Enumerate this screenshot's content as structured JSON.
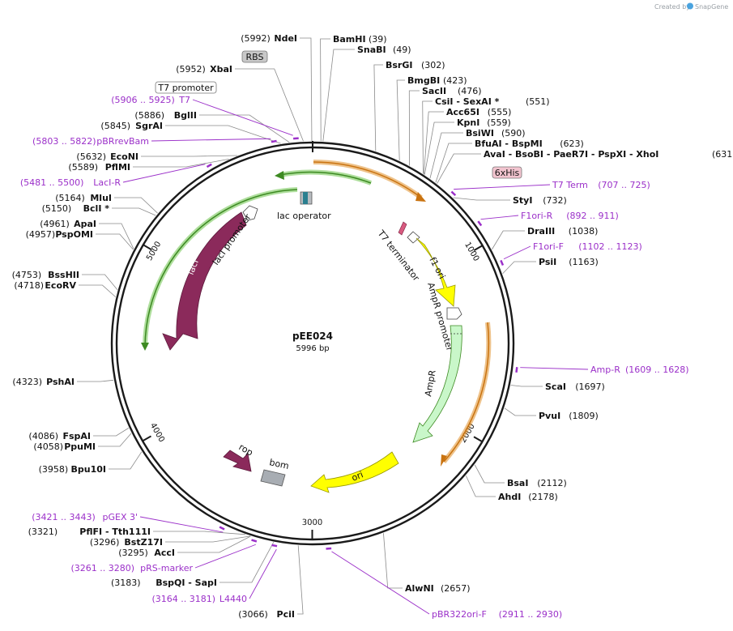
{
  "watermark": {
    "prefix": "Created by",
    "brand": "SnapGene"
  },
  "plasmid": {
    "name": "pEE024",
    "size_label": "5996 bp",
    "length": 5996
  },
  "ticks": [
    {
      "pos": 1000,
      "label": "1000"
    },
    {
      "pos": 2000,
      "label": "2000"
    },
    {
      "pos": 3000,
      "label": "3000"
    },
    {
      "pos": 4000,
      "label": "4000"
    },
    {
      "pos": 5000,
      "label": "5000"
    }
  ],
  "boxed_labels": [
    {
      "name": "rbs-box",
      "text": "RBS",
      "fill": "#c8c8c8"
    },
    {
      "name": "t7-promoter-box",
      "text": "T7 promoter",
      "fill": "#ffffff"
    },
    {
      "name": "6xhis-box",
      "text": "6xHis",
      "fill": "#f2c4cf"
    }
  ],
  "sites_left": [
    {
      "name": "NdeI",
      "pos": "(5992)"
    },
    {
      "name": "XbaI",
      "pos": "(5952)"
    },
    {
      "name": "BglII",
      "pos": "(5886)"
    },
    {
      "name": "SgrAI",
      "pos": "(5845)"
    },
    {
      "name": "EcoNI",
      "pos": "(5632)"
    },
    {
      "name": "PflMI",
      "pos": "(5589)"
    },
    {
      "name": "MluI",
      "pos": "(5164)"
    },
    {
      "name": "BclI *",
      "pos": "(5150)"
    },
    {
      "name": "ApaI",
      "pos": "(4961)"
    },
    {
      "name": "PspOMI",
      "pos": "(4957)"
    },
    {
      "name": "BssHII",
      "pos": "(4753)"
    },
    {
      "name": "EcoRV",
      "pos": "(4718)"
    },
    {
      "name": "PshAI",
      "pos": "(4323)"
    },
    {
      "name": "FspAI",
      "pos": "(4086)"
    },
    {
      "name": "PpuMI",
      "pos": "(4058)"
    },
    {
      "name": "Bpu10I",
      "pos": "(3958)"
    },
    {
      "name": "PflFI  - Tth111I",
      "pos": "(3321)"
    },
    {
      "name": "BstZ17I",
      "pos": "(3296)"
    },
    {
      "name": "AccI",
      "pos": "(3295)"
    },
    {
      "name": "BspQI  - SapI",
      "pos": "(3183)"
    },
    {
      "name": "PciI",
      "pos": "(3066)"
    }
  ],
  "sites_right": [
    {
      "name": "BamHI",
      "pos": "(39)"
    },
    {
      "name": "SnaBI",
      "pos": "(49)"
    },
    {
      "name": "BsrGI",
      "pos": "(302)"
    },
    {
      "name": "BmgBI",
      "pos": "(423)"
    },
    {
      "name": "SacII",
      "pos": "(476)"
    },
    {
      "name": "CsiI  - SexAI *",
      "pos": "(551)"
    },
    {
      "name": "Acc65I",
      "pos": "(555)"
    },
    {
      "name": "KpnI",
      "pos": "(559)"
    },
    {
      "name": "BsiWI",
      "pos": "(590)"
    },
    {
      "name": "BfuAI  - BspMI",
      "pos": "(623)"
    },
    {
      "name": "AvaI  - BsoBI  - PaeR7I  - PspXI  - XhoI",
      "pos": "(631)"
    },
    {
      "name": "StyI",
      "pos": "(732)"
    },
    {
      "name": "DraIII",
      "pos": "(1038)"
    },
    {
      "name": "PsiI",
      "pos": "(1163)"
    },
    {
      "name": "ScaI",
      "pos": "(1697)"
    },
    {
      "name": "PvuI",
      "pos": "(1809)"
    },
    {
      "name": "BsaI",
      "pos": "(2112)"
    },
    {
      "name": "AhdI",
      "pos": "(2178)"
    },
    {
      "name": "AlwNI",
      "pos": "(2657)"
    }
  ],
  "primers_left": [
    {
      "name": "T7",
      "pos": "(5906 .. 5925)"
    },
    {
      "name": "pBRrevBam",
      "pos": "(5803 .. 5822)"
    },
    {
      "name": "LacI-R",
      "pos": "(5481 .. 5500)"
    },
    {
      "name": "pGEX 3'",
      "pos": "(3421 .. 3443)"
    },
    {
      "name": "pRS-marker",
      "pos": "(3261 .. 3280)"
    },
    {
      "name": "L4440",
      "pos": "(3164 .. 3181)"
    }
  ],
  "primers_right": [
    {
      "name": "T7 Term",
      "pos": "(707 .. 725)"
    },
    {
      "name": "F1ori-R",
      "pos": "(892 .. 911)"
    },
    {
      "name": "F1ori-F",
      "pos": "(1102 .. 1123)"
    },
    {
      "name": "Amp-R",
      "pos": "(1609 .. 1628)"
    },
    {
      "name": "pBR322ori-F",
      "pos": "(2911 .. 2930)"
    }
  ],
  "features": [
    {
      "name": "lacI",
      "label": "lacI",
      "color": "#8b2a5b"
    },
    {
      "name": "lacI promoter",
      "label": "lacI promoter",
      "color": "#ffffff"
    },
    {
      "name": "lac operator",
      "label": "lac operator",
      "color": "#2a7f8f"
    },
    {
      "name": "T7 terminator",
      "label": "T7 terminator",
      "color": "#d85a7f"
    },
    {
      "name": "f1 ori",
      "label": "f1 ori",
      "color": "#ffff00"
    },
    {
      "name": "AmpR promoter",
      "label": "AmpR promoter",
      "color": "#ffffff"
    },
    {
      "name": "AmpR",
      "label": "AmpR",
      "color": "#c9f7c9"
    },
    {
      "name": "ori",
      "label": "ori",
      "color": "#ffff00"
    },
    {
      "name": "rop",
      "label": "rop",
      "color": "#8b2a5b"
    },
    {
      "name": "bom",
      "label": "bom",
      "color": "#a8adb3"
    }
  ],
  "colors": {
    "backbone": "#1a1a1a",
    "primer": "#9b30c9",
    "orf_orange": "#e0902a",
    "orf_green": "#4a9a2a"
  }
}
